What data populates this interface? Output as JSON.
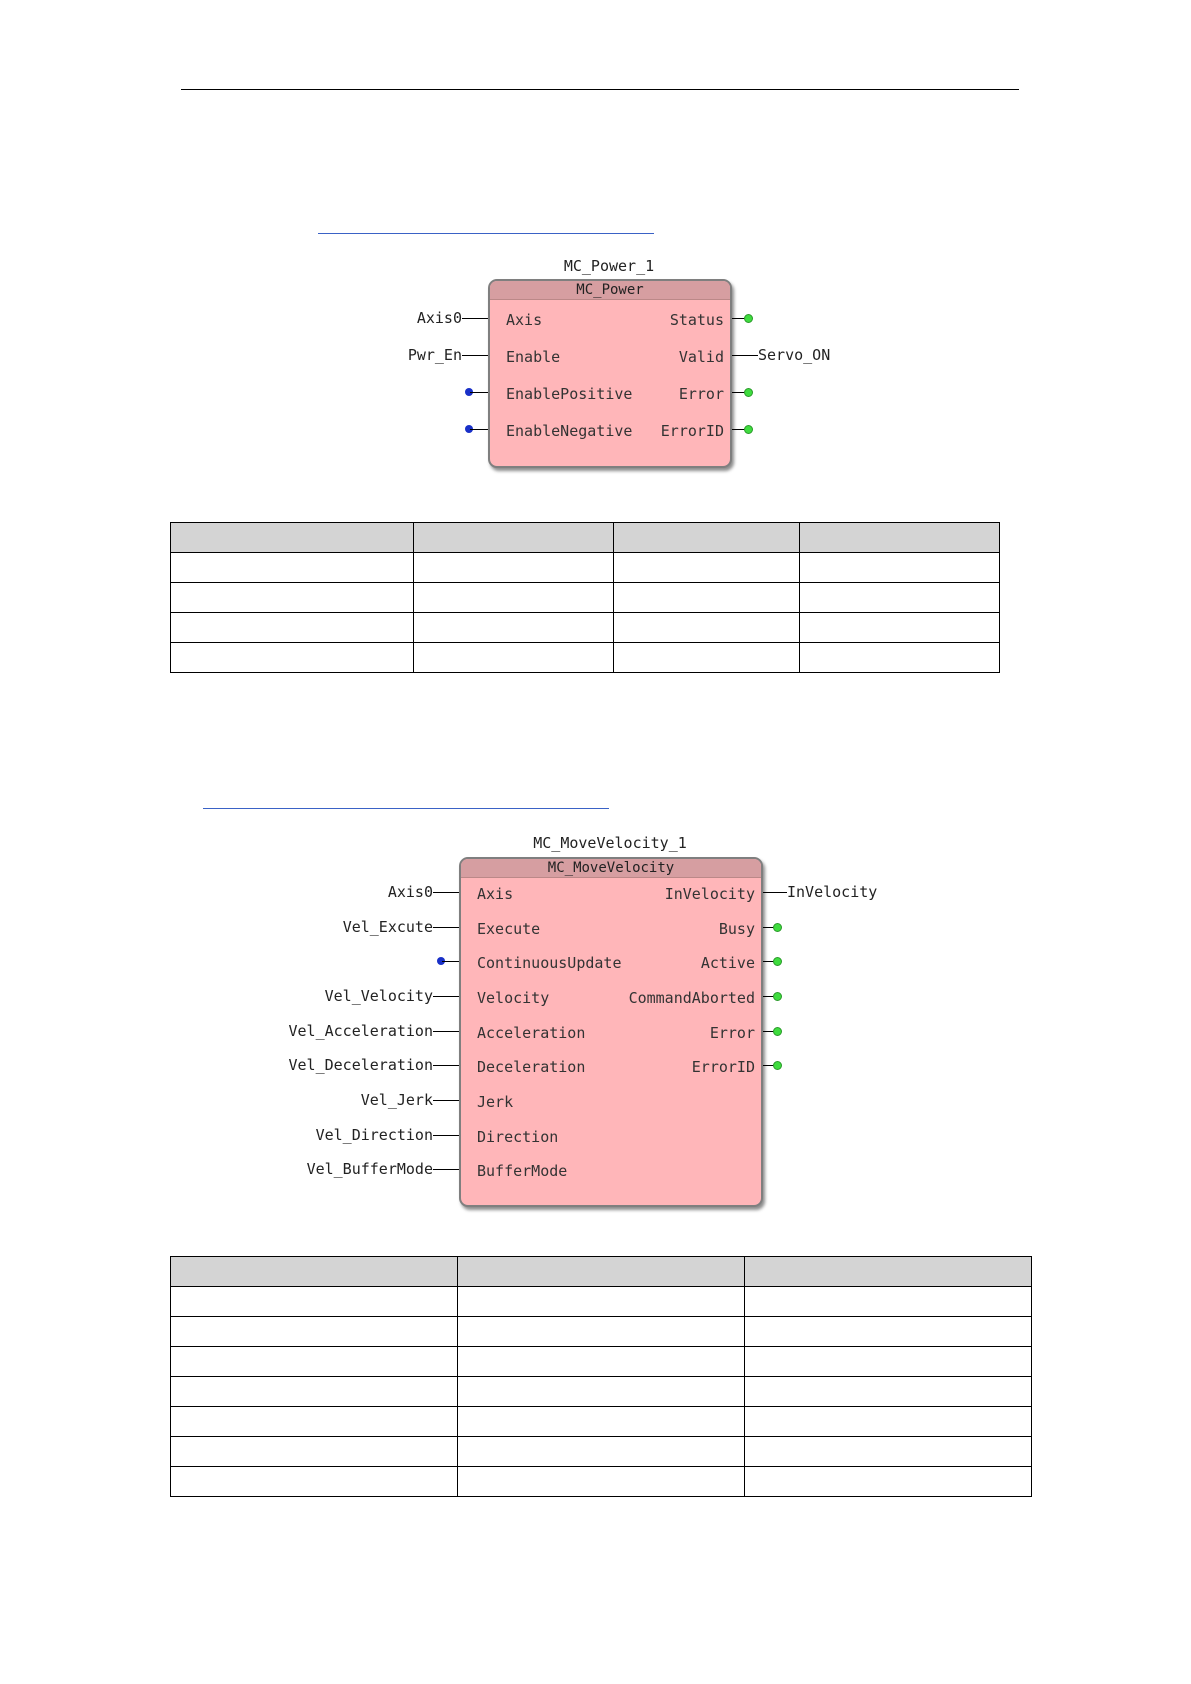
{
  "power_block": {
    "instance_name": "MC_Power_1",
    "type_name": "MC_Power",
    "inputs": [
      {
        "pin": "Axis",
        "connection": "Axis0",
        "dot": false
      },
      {
        "pin": "Enable",
        "connection": "Pwr_En",
        "dot": false
      },
      {
        "pin": "EnablePositive",
        "connection": "",
        "dot": true
      },
      {
        "pin": "EnableNegative",
        "connection": "",
        "dot": true
      }
    ],
    "outputs": [
      {
        "pin": "Status",
        "connection": "",
        "dot": true
      },
      {
        "pin": "Valid",
        "connection": "Servo_ON",
        "dot": false
      },
      {
        "pin": "Error",
        "connection": "",
        "dot": true
      },
      {
        "pin": "ErrorID",
        "connection": "",
        "dot": true
      }
    ]
  },
  "power_table": {
    "columns": 4,
    "header": [
      "",
      "",
      "",
      ""
    ],
    "rows": [
      [
        "",
        "",
        "",
        ""
      ],
      [
        "",
        "",
        "",
        ""
      ],
      [
        "",
        "",
        "",
        ""
      ],
      [
        "",
        "",
        "",
        ""
      ]
    ]
  },
  "velocity_block": {
    "instance_name": "MC_MoveVelocity_1",
    "type_name": "MC_MoveVelocity",
    "inputs": [
      {
        "pin": "Axis",
        "connection": "Axis0",
        "dot": false
      },
      {
        "pin": "Execute",
        "connection": "Vel_Excute",
        "dot": false
      },
      {
        "pin": "ContinuousUpdate",
        "connection": "",
        "dot": true
      },
      {
        "pin": "Velocity",
        "connection": "Vel_Velocity",
        "dot": false
      },
      {
        "pin": "Acceleration",
        "connection": "Vel_Acceleration",
        "dot": false
      },
      {
        "pin": "Deceleration",
        "connection": "Vel_Deceleration",
        "dot": false
      },
      {
        "pin": "Jerk",
        "connection": "Vel_Jerk",
        "dot": false
      },
      {
        "pin": "Direction",
        "connection": "Vel_Direction",
        "dot": false
      },
      {
        "pin": "BufferMode",
        "connection": "Vel_BufferMode",
        "dot": false
      }
    ],
    "outputs": [
      {
        "pin": "InVelocity",
        "connection": "InVelocity",
        "dot": false
      },
      {
        "pin": "Busy",
        "connection": "",
        "dot": true
      },
      {
        "pin": "Active",
        "connection": "",
        "dot": true
      },
      {
        "pin": "CommandAborted",
        "connection": "",
        "dot": true
      },
      {
        "pin": "Error",
        "connection": "",
        "dot": true
      },
      {
        "pin": "ErrorID",
        "connection": "",
        "dot": true
      }
    ]
  },
  "velocity_table": {
    "columns": 3,
    "header": [
      "",
      "",
      ""
    ],
    "rows": [
      [
        "",
        "",
        ""
      ],
      [
        "",
        "",
        ""
      ],
      [
        "",
        "",
        ""
      ],
      [
        "",
        "",
        ""
      ],
      [
        "",
        "",
        ""
      ],
      [
        "",
        "",
        ""
      ],
      [
        "",
        "",
        ""
      ]
    ]
  },
  "colors": {
    "block_fill": "#ffb6b9",
    "block_header": "#d69ea1",
    "input_dot": "#1930c8",
    "output_dot": "#3fdc3f",
    "table_header": "#d4d4d4",
    "link_underline": "#3a62c6"
  }
}
